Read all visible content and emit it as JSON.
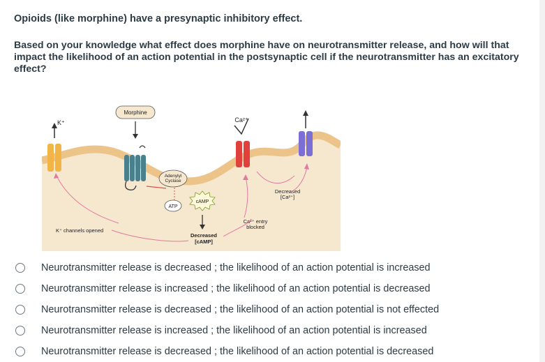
{
  "question": {
    "title": "Opioids (like morphine) have a presynaptic inhibitory effect.",
    "body": "Based on your knowledge what effect does morphine have on neurotransmitter release, and how will that impact the likelihood of an action potential in the postsynaptic cell if the neurotransmitter has an excitatory effect?"
  },
  "figure": {
    "k_ion": "K⁺",
    "morphine": "Morphine",
    "ca_ion": "Ca²⁺",
    "adenylyl": "Adenylyl",
    "cyclase": "Cyclase",
    "camp": "cAMP",
    "atp": "ATP",
    "decreased_ca_1": "Decreased",
    "decreased_ca_2": "[Ca²⁺]",
    "ca_entry_1": "Ca²⁺ entry",
    "ca_entry_2": "blocked",
    "k_channels": "K⁺ channels opened",
    "decreased_camp_1": "Decreased",
    "decreased_camp_2": "[cAMP]"
  },
  "options": [
    {
      "label": "Neurotransmitter release is decreased ; the likelihood of an action potential is increased",
      "selected": false
    },
    {
      "label": "Neurotransmitter release is increased ; the likelihood of an action potential is decreased",
      "selected": false
    },
    {
      "label": "Neurotransmitter release is decreased ; the likelihood of an action potential is not effected",
      "selected": false
    },
    {
      "label": "Neurotransmitter release is increased ; the likelihood of an action potential is increased",
      "selected": false
    },
    {
      "label": "Neurotransmitter release is decreased ; the likelihood of an action potential is decreased",
      "selected": false
    }
  ]
}
